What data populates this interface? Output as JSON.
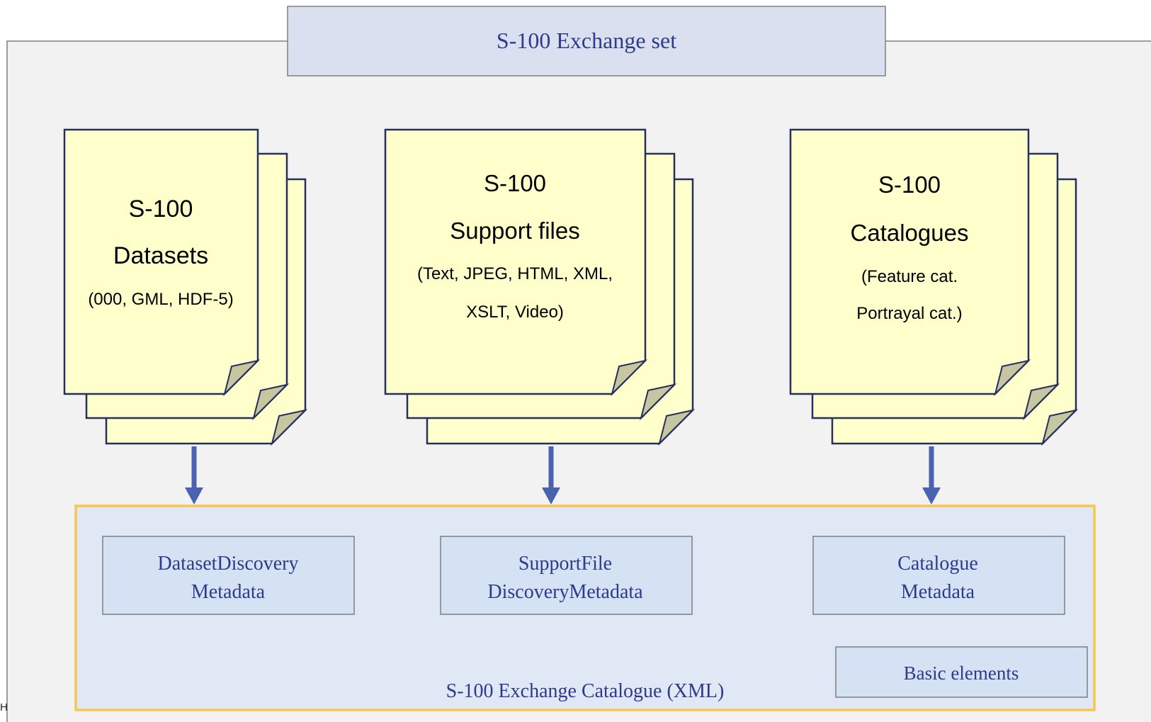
{
  "exchange_set": {
    "title": "S-100 Exchange set"
  },
  "groups": [
    {
      "heading": "S-100",
      "name": "Datasets",
      "detail_lines": [
        "(000, GML, HDF-5)"
      ]
    },
    {
      "heading": "S-100",
      "name": "Support files",
      "detail_lines": [
        "(Text, JPEG, HTML, XML,",
        "XSLT, Video)"
      ]
    },
    {
      "heading": "S-100",
      "name": "Catalogues",
      "detail_lines": [
        "(Feature cat.",
        "Portrayal cat.)"
      ]
    }
  ],
  "catalogue": {
    "title": "S-100 Exchange Catalogue (XML)",
    "metadata_boxes": [
      {
        "lines": [
          "DatasetDiscovery",
          "Metadata"
        ]
      },
      {
        "lines": [
          "SupportFile",
          "DiscoveryMetadata"
        ]
      },
      {
        "lines": [
          "Catalogue",
          "Metadata"
        ]
      }
    ],
    "basic_elements": "Basic elements"
  },
  "stray_text": "H",
  "colors": {
    "outer_fill": "#f2f2f2",
    "header_fill": "#dae0f0",
    "header_text": "#2e3a8c",
    "doc_fill": "#ffffcc",
    "doc_stroke": "#25305e",
    "fold_fill": "#c6c6a0",
    "arrow": "#4a63b0",
    "catalogue_fill": "#dfe8f4",
    "catalogue_border": "#f7c64e",
    "meta_fill": "#d4e2f4",
    "meta_stroke": "#7f7f7f"
  }
}
